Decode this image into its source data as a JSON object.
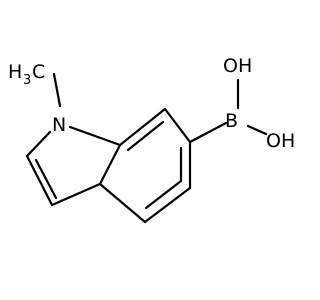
{
  "molecule": {
    "labels": {
      "nitrogen": "N",
      "methyl_h": "H",
      "methyl_sub": "3",
      "methyl_c": "C",
      "boron": "B",
      "hydroxyl_top": "OH",
      "hydroxyl_bottom": "OH"
    },
    "colors": {
      "bond": "#000000",
      "text": "#000000",
      "background": "#ffffff"
    }
  }
}
